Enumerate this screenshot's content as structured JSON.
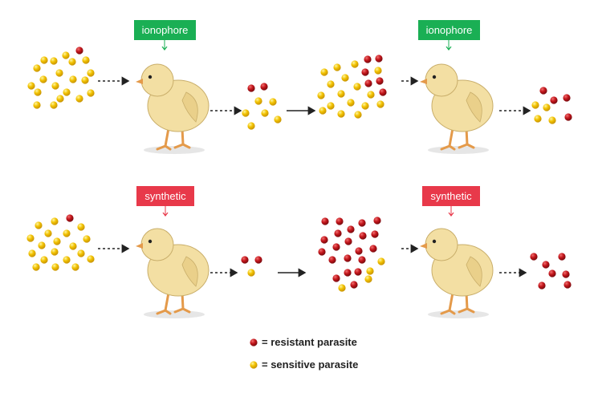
{
  "colors": {
    "ionophore": "#1aaf54",
    "synthetic": "#e8394a",
    "resistant": "#c4161c",
    "sensitive": "#f2c200"
  },
  "rows": [
    {
      "drug_label": "ionophore",
      "drug_label_right": "ionophore"
    },
    {
      "drug_label": "synthetic",
      "drug_label_right": "synthetic"
    }
  ],
  "legend": {
    "resistant_label": "= resistant parasite",
    "sensitive_label": "= sensitive parasite"
  }
}
